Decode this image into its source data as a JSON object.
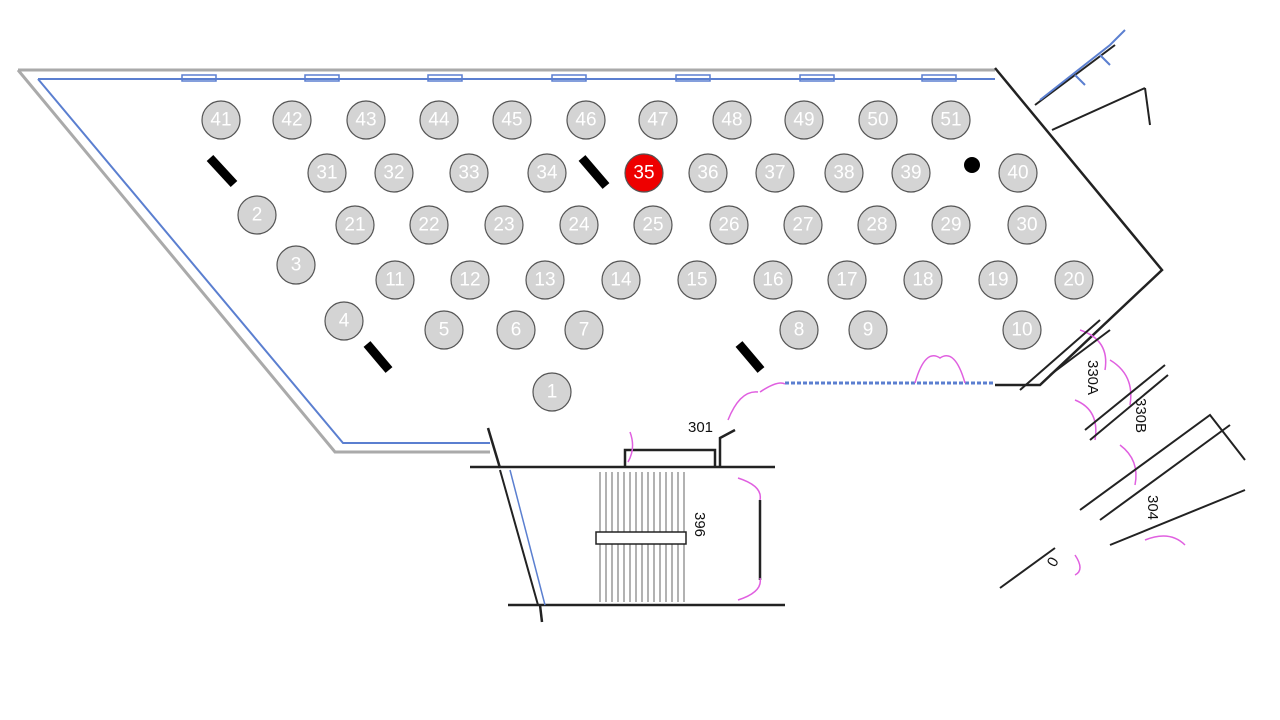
{
  "colors": {
    "seat_fill": "#d4d4d4",
    "seat_selected_fill": "#ee0000",
    "wall": "#222222",
    "window": "#5b7fd0",
    "door": "#e060e0",
    "outer_wall": "#aaaaaa"
  },
  "seats": [
    {
      "id": "1"
    },
    {
      "id": "2"
    },
    {
      "id": "3"
    },
    {
      "id": "4"
    },
    {
      "id": "5"
    },
    {
      "id": "6"
    },
    {
      "id": "7"
    },
    {
      "id": "8"
    },
    {
      "id": "9"
    },
    {
      "id": "10"
    },
    {
      "id": "11"
    },
    {
      "id": "12"
    },
    {
      "id": "13"
    },
    {
      "id": "14"
    },
    {
      "id": "15"
    },
    {
      "id": "16"
    },
    {
      "id": "17"
    },
    {
      "id": "18"
    },
    {
      "id": "19"
    },
    {
      "id": "20"
    },
    {
      "id": "21"
    },
    {
      "id": "22"
    },
    {
      "id": "23"
    },
    {
      "id": "24"
    },
    {
      "id": "25"
    },
    {
      "id": "26"
    },
    {
      "id": "27"
    },
    {
      "id": "28"
    },
    {
      "id": "29"
    },
    {
      "id": "30"
    },
    {
      "id": "31"
    },
    {
      "id": "32"
    },
    {
      "id": "33"
    },
    {
      "id": "34"
    },
    {
      "id": "35",
      "selected": true
    },
    {
      "id": "36"
    },
    {
      "id": "37"
    },
    {
      "id": "38"
    },
    {
      "id": "39"
    },
    {
      "id": "40"
    },
    {
      "id": "41"
    },
    {
      "id": "42"
    },
    {
      "id": "43"
    },
    {
      "id": "44"
    },
    {
      "id": "45"
    },
    {
      "id": "46"
    },
    {
      "id": "47"
    },
    {
      "id": "48"
    },
    {
      "id": "49"
    },
    {
      "id": "50"
    },
    {
      "id": "51"
    }
  ],
  "rooms": [
    "301",
    "396",
    "330A",
    "330B",
    "304",
    "0"
  ]
}
